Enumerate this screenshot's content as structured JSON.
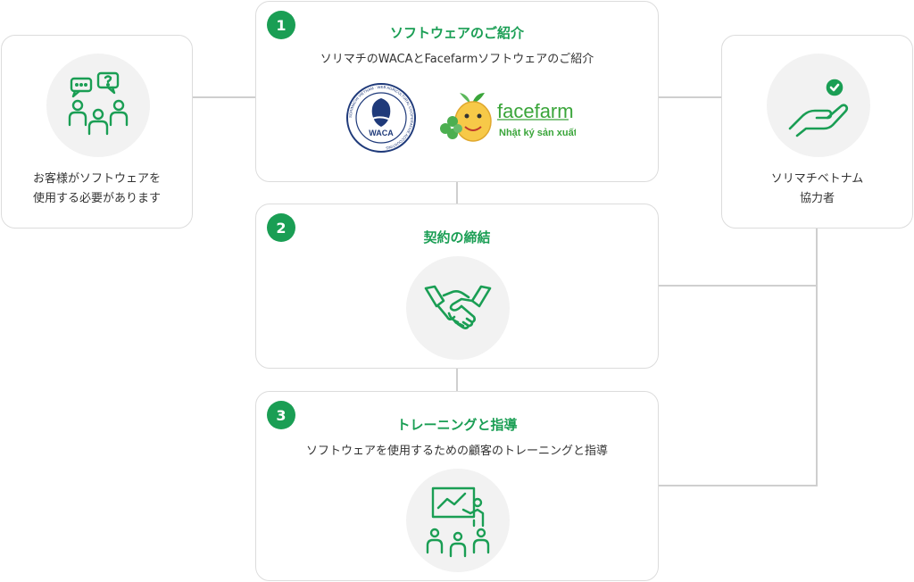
{
  "colors": {
    "accent": "#1a9e54",
    "card_border": "#dcdcdc",
    "circle_bg": "#f2f2f2",
    "line": "#cfcfcf"
  },
  "customer": {
    "line1": "お客様がソフトウェアを",
    "line2": "使用する必要があります",
    "icon": "people-discussion-icon"
  },
  "partner": {
    "line1": "ソリマチベトナム",
    "line2": "協力者",
    "icon": "hand-check-icon"
  },
  "steps": [
    {
      "number": "1",
      "title": "ソフトウェアのご紹介",
      "subtitle": "ソリマチのWACAとFacefarmソフトウェアのご紹介"
    },
    {
      "number": "2",
      "title": "契約の締結",
      "icon": "handshake-icon"
    },
    {
      "number": "3",
      "title": "トレーニングと指導",
      "subtitle": "ソフトウェアを使用するための顧客のトレーニングと指導",
      "icon": "presentation-training-icon"
    }
  ],
  "logos": {
    "waca": {
      "text": "WACA",
      "ring_text": "SORIMACHI VIETNAM · WEB AGRICULTURAL COOPERATIVE ACCOUNTING"
    },
    "facefarm": {
      "brand": "facefarm",
      "tagline": "Nhật ký sản xuất"
    }
  }
}
